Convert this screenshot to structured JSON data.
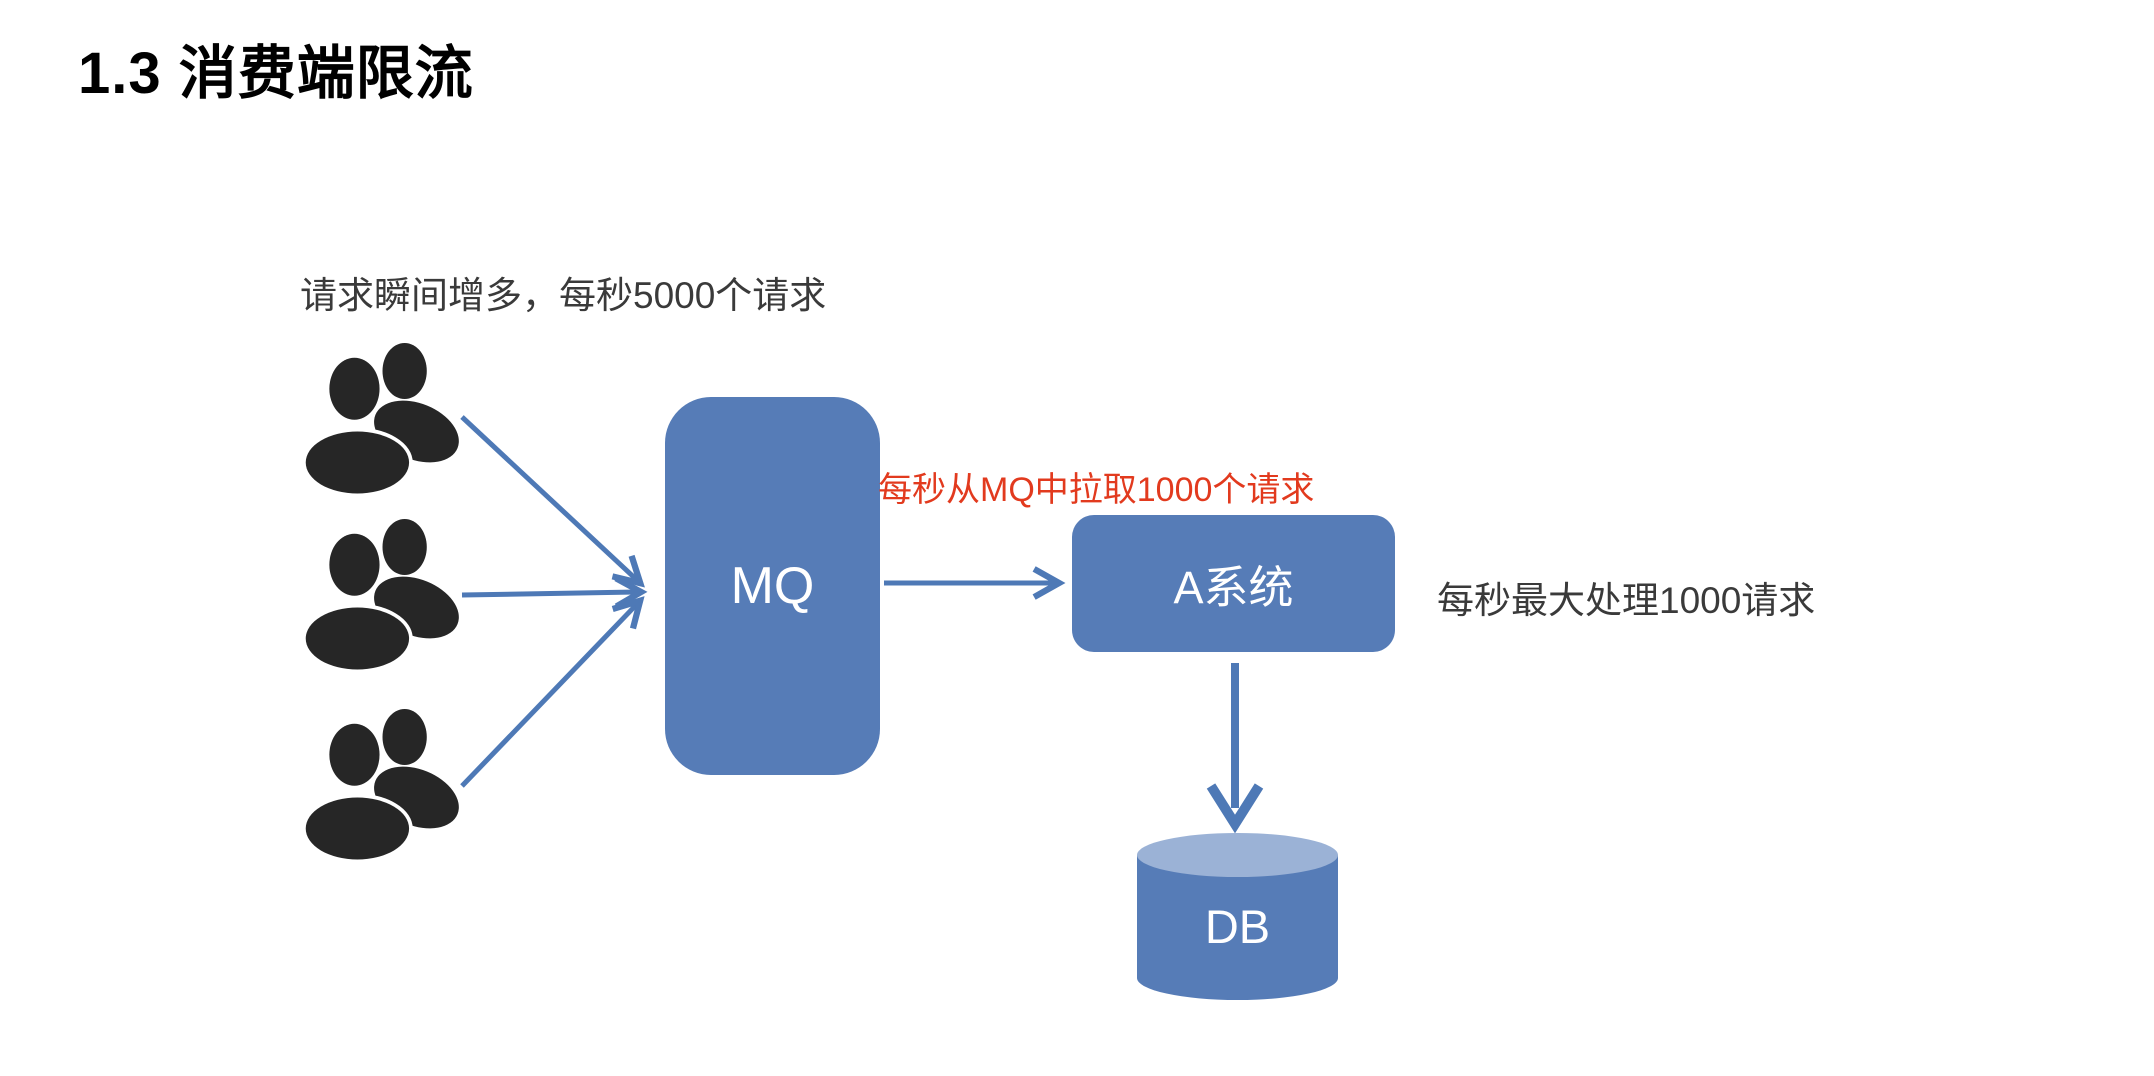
{
  "title": "1.3 消费端限流",
  "diagram": {
    "producers_label": "请求瞬间增多，每秒5000个请求",
    "pull_rate_label": "每秒从MQ中拉取1000个请求",
    "process_capacity_label": "每秒最大处理1000请求",
    "user_group_count": 3,
    "nodes": {
      "mq": "MQ",
      "system_a": "A系统",
      "db": "DB"
    }
  },
  "colors": {
    "node-fill": "#567CB7",
    "cylinder-top": "#9BB2D6",
    "arrow": "#4E79B6",
    "red-label": "#E23A1E",
    "text": "#3A3A3A",
    "title-color": "#000000",
    "icon": "#262626",
    "node-text": "#FFFFFF",
    "background": "#FFFFFF"
  }
}
